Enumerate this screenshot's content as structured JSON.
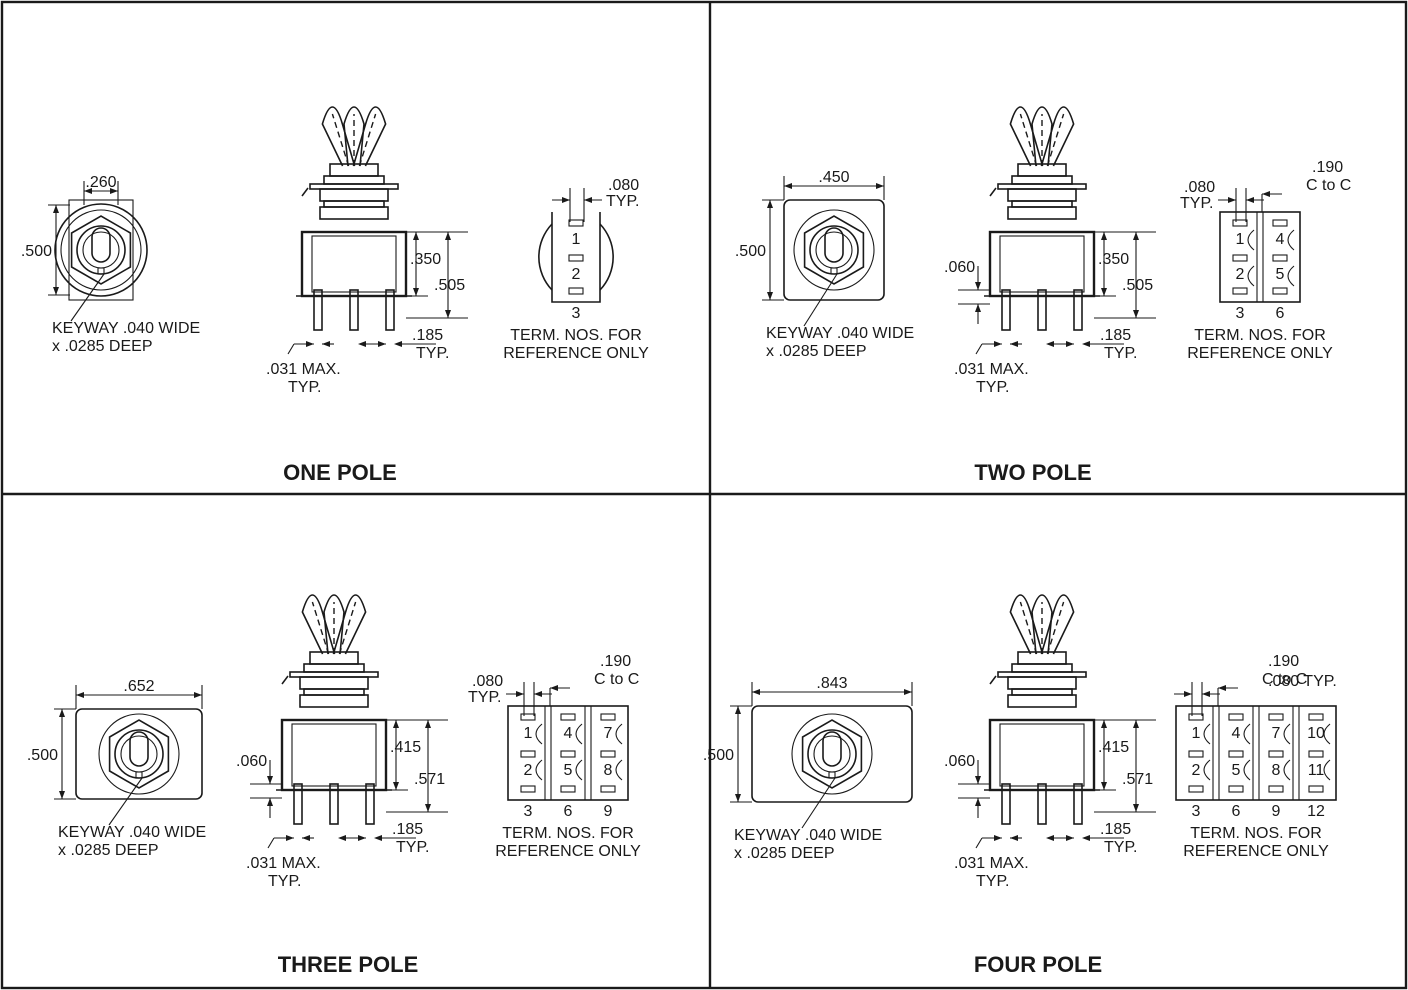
{
  "colors": {
    "ink": "#1a1a1a",
    "background": "#ffffff"
  },
  "panels": [
    {
      "title": "ONE POLE",
      "front": {
        "width_dim": ".260",
        "height_dim": ".500",
        "keyway_line1": "KEYWAY .040 WIDE",
        "keyway_line2": "x .0285 DEEP"
      },
      "side": {
        "dim_350": ".350",
        "dim_505": ".505",
        "dim_060": "",
        "dim_185": ".185",
        "typ1": "TYP.",
        "dim_031": ".031 MAX.",
        "typ2": "TYP."
      },
      "term": {
        "spacing": ".080",
        "spacing_typ": "TYP.",
        "c_to_c_val": "",
        "c_to_c": "",
        "numbers_bottom": [
          "3"
        ],
        "numbers_rows": [
          [
            "1"
          ],
          [
            "2"
          ]
        ],
        "note1": "TERM. NOS. FOR",
        "note2": "REFERENCE ONLY"
      }
    },
    {
      "title": "TWO POLE",
      "front": {
        "width_dim": ".450",
        "height_dim": ".500",
        "keyway_line1": "KEYWAY .040 WIDE",
        "keyway_line2": "x .0285 DEEP"
      },
      "side": {
        "dim_350": ".350",
        "dim_505": ".505",
        "dim_060": ".060",
        "dim_185": ".185",
        "typ1": "TYP.",
        "dim_031": ".031 MAX.",
        "typ2": "TYP."
      },
      "term": {
        "spacing": ".080",
        "spacing_typ": "TYP.",
        "c_to_c_val": ".190",
        "c_to_c": "C to C",
        "numbers_bottom": [
          "3",
          "6"
        ],
        "numbers_rows": [
          [
            "1",
            "4"
          ],
          [
            "2",
            "5"
          ]
        ],
        "note1": "TERM. NOS. FOR",
        "note2": "REFERENCE ONLY"
      }
    },
    {
      "title": "THREE POLE",
      "front": {
        "width_dim": ".652",
        "height_dim": ".500",
        "keyway_line1": "KEYWAY .040 WIDE",
        "keyway_line2": "x .0285 DEEP"
      },
      "side": {
        "dim_350": ".415",
        "dim_505": ".571",
        "dim_060": ".060",
        "dim_185": ".185",
        "typ1": "TYP.",
        "dim_031": ".031 MAX.",
        "typ2": "TYP."
      },
      "term": {
        "spacing": ".080",
        "spacing_typ": "TYP.",
        "c_to_c_val": ".190",
        "c_to_c": "C to C",
        "numbers_bottom": [
          "3",
          "6",
          "9"
        ],
        "numbers_rows": [
          [
            "1",
            "4",
            "7"
          ],
          [
            "2",
            "5",
            "8"
          ]
        ],
        "note1": "TERM. NOS. FOR",
        "note2": "REFERENCE ONLY"
      }
    },
    {
      "title": "FOUR POLE",
      "front": {
        "width_dim": ".843",
        "height_dim": ".500",
        "keyway_line1": "KEYWAY .040 WIDE",
        "keyway_line2": "x .0285 DEEP"
      },
      "side": {
        "dim_350": ".415",
        "dim_505": ".571",
        "dim_060": ".060",
        "dim_185": ".185",
        "typ1": "TYP.",
        "dim_031": ".031 MAX.",
        "typ2": "TYP."
      },
      "term": {
        "spacing": ".080 TYP.",
        "spacing_typ": "",
        "c_to_c_val": ".190",
        "c_to_c": "C to C",
        "numbers_bottom": [
          "3",
          "6",
          "9",
          "12"
        ],
        "numbers_rows": [
          [
            "1",
            "4",
            "7",
            "10"
          ],
          [
            "2",
            "5",
            "8",
            "11"
          ]
        ],
        "note1": "TERM. NOS. FOR",
        "note2": "REFERENCE ONLY"
      }
    }
  ]
}
